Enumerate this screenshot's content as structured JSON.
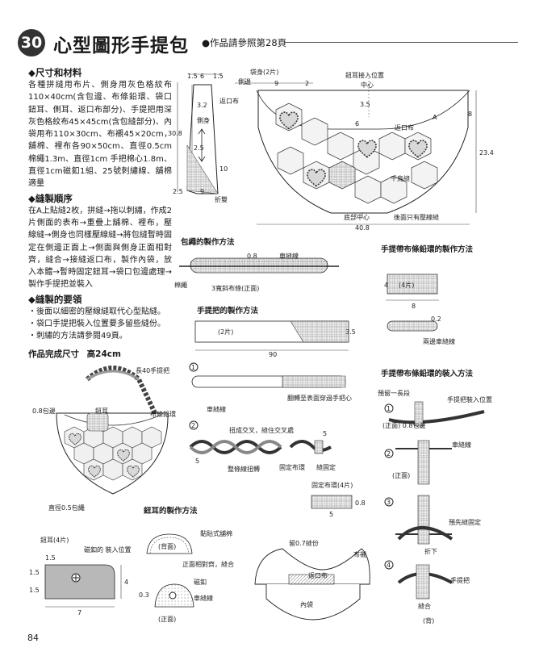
{
  "header": {
    "number": "30",
    "title": "心型圖形手提包",
    "reference": "●作品請參照第28頁"
  },
  "materials": {
    "heading": "◆尺寸和材料",
    "text": "各種拼縫用布片、側身用灰色格紋布110×40cm(含包邊、布條鉛環、袋口鈕耳、側耳、返口布部分)、手提把用深灰色格紋布45×45cm(含包縫部分)、內袋用布110×30cm、布襯45×20cm，舖棉、裡布各90×50cm、直徑0.5cm棉繩1.3m、直徑1cm 手把棉心1.8m、直徑1cm磁釦1組、25號刺繡線、舖棉適量"
  },
  "steps": {
    "heading": "◆縫製順序",
    "text": "在A上貼縫2枚，拼縫→拖以刺繡，作成2片側面的表布→重疊上舖棉、裡布，壓線縫→側身也同樣壓線縫→將包縫暫時固定在側邊正面上→側面與側身正面相對齊，縫合→接縫返口布，製作內袋，放入本體→暫時固定鈕耳→袋口包邊處理→製作手提把並裝入"
  },
  "points": {
    "heading": "◆縫製的要領",
    "items": [
      "・後面以細密的壓線縫取代心型貼縫。",
      "・袋口手提把裝入位置要多留些縫份。",
      "・刺繡的方法請參閱49頁。"
    ]
  },
  "finished": {
    "label": "作品完成尺寸",
    "value": "高24cm"
  },
  "page_number": "84",
  "gusset": {
    "top_dims": [
      "1.5",
      "6",
      "1.5"
    ],
    "height": "30.8",
    "label_side": "側身",
    "label_return": "返口布",
    "dims": [
      "3.2",
      "2.5",
      "10"
    ],
    "bottom_dims": [
      "2.5",
      "9"
    ],
    "fold": "折雙"
  },
  "bag_body": {
    "title": "袋身(2片)",
    "side_label": "側邊",
    "dim_9": "9",
    "dim_2": "2",
    "handle_pos": "鈕耳接入位置",
    "center": "中心",
    "dim_35": "3.5",
    "dim_6": "6",
    "dim_8": "8",
    "return_cloth": "返口布",
    "label_a": "A",
    "height": "23.4",
    "thousand": "千鳥縫",
    "bottom_center": "底部中心",
    "back_note": "後面只有壓線縫",
    "width": "40.8"
  },
  "piping": {
    "title": "包繩的製作方法",
    "dim": "0.8",
    "stitch": "車縫線",
    "cord": "棉繩",
    "fabric": "3寬斜布條(正面)"
  },
  "handle_make": {
    "title": "手提把的製作方法",
    "pieces": "(2片)",
    "length": "90",
    "dim": "3.5",
    "stitch": "車縫線",
    "turn": "翻轉至表面穿過手把心",
    "twist": "扭成交叉，縫住交叉處",
    "whole_twist": "整條線扭轉",
    "fix_cloth": "固定布環",
    "sew_fix": "縫固定",
    "dim5": "5"
  },
  "loop_make": {
    "title": "手提帶布條鉛環的製作方法",
    "pieces": "(4片)",
    "dim8": "8",
    "dim4": "4",
    "dim02": "0.2",
    "stitch": "兩邊車縫線"
  },
  "loop_attach": {
    "title": "手提帶布條鉛環的裝入方法",
    "leave": "預留一長段",
    "pos": "手提把裝入位置",
    "front_seam": "(正面) 0.8包邊",
    "stitch": "車縫線",
    "front": "(正面)",
    "pre_fix": "預先縫固定",
    "fold_down": "折下",
    "handle": "手提把",
    "sew": "縫合",
    "back": "(背)"
  },
  "fix_cloth": {
    "title": "固定布環(4片)",
    "dim08": "0.8",
    "dim5": "5"
  },
  "illustration": {
    "handle_label": "長40手提把",
    "piping_label": "0.8包邊",
    "ear_label": "鈕耳",
    "loop_label": "布條鉛環",
    "bottom_label": "直徑0.5包繩"
  },
  "ear_make": {
    "title": "鈕耳的製作方法",
    "pieces": "鈕耳(4片)",
    "magnet_pos": "磁釦的\n裝入位置",
    "dims": [
      "1.5",
      "1.5",
      "1.5",
      "4",
      "7"
    ],
    "fusible": "黏貼式舖棉",
    "back": "(背面)",
    "align": "正面相對齊，縫合",
    "magnet": "磁釦",
    "stitch": "車縫線",
    "dim03": "0.3",
    "front": "(正面)"
  },
  "lining": {
    "allowance": "留0.7縫份",
    "interface": "布襯",
    "return": "返口布",
    "inner": "內袋"
  }
}
